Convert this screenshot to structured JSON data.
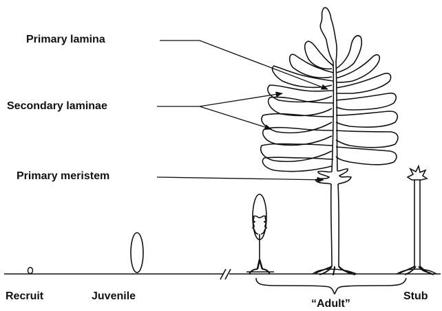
{
  "labels": {
    "primary_lamina": "Primary lamina",
    "secondary_laminae": "Secondary laminae",
    "primary_meristem": "Primary meristem",
    "recruit": "Recruit",
    "juvenile": "Juvenile",
    "adult": "“Adult”",
    "stub": "Stub"
  },
  "colors": {
    "ink": "#111111",
    "background": "#ffffff"
  }
}
